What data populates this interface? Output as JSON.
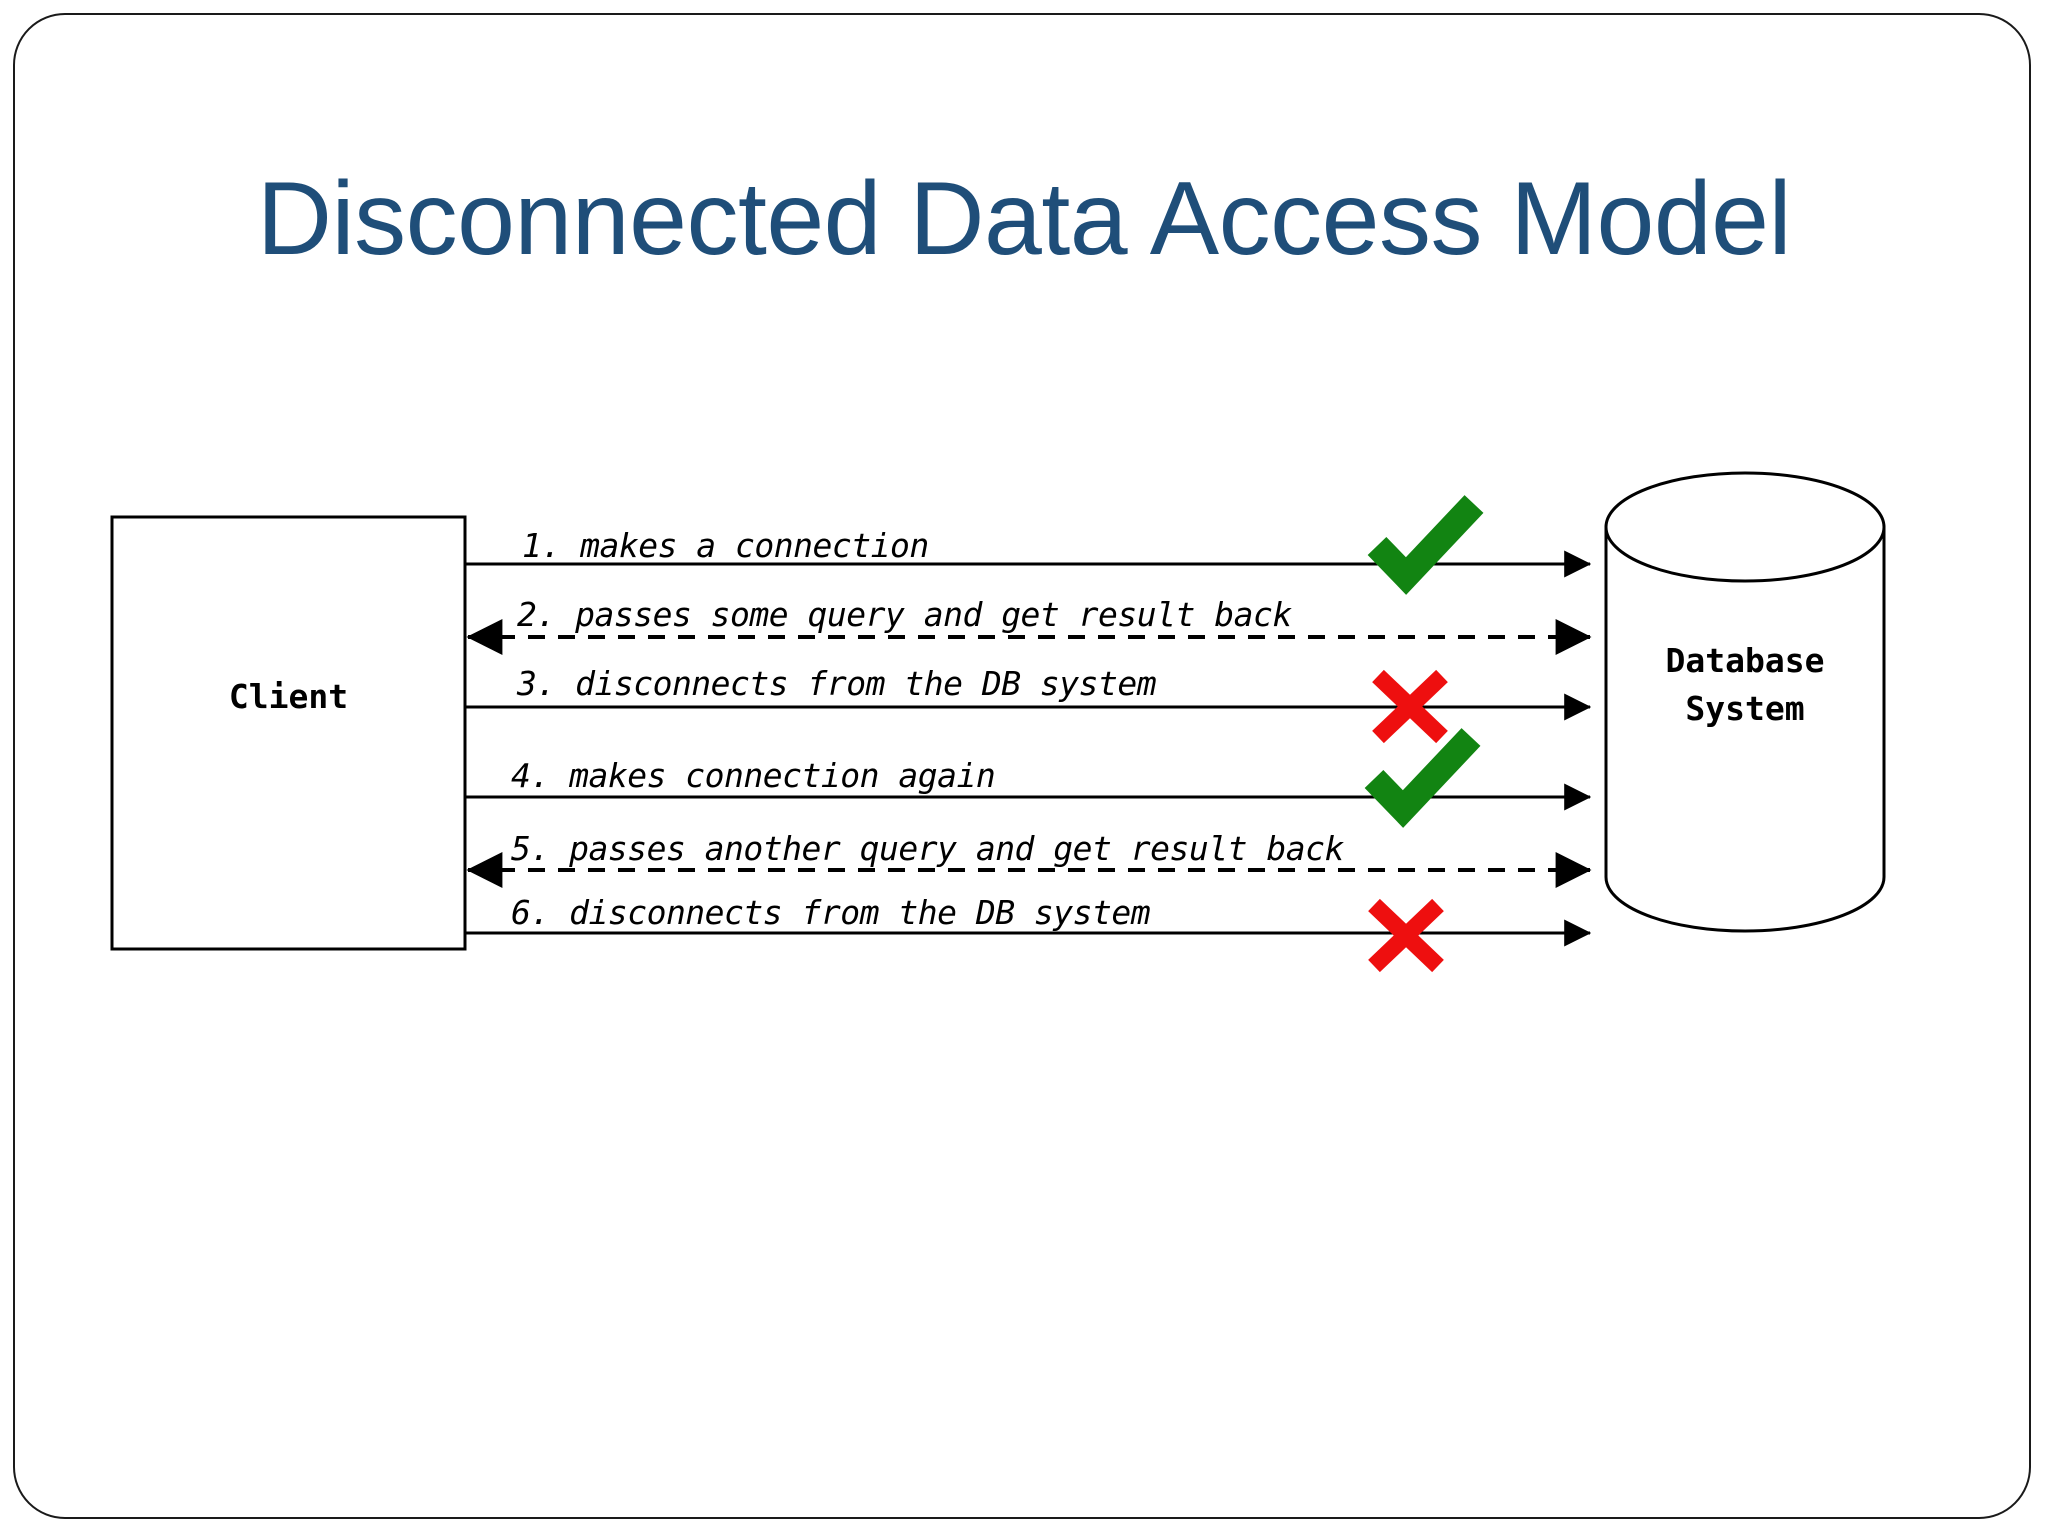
{
  "slide": {
    "title": "Disconnected Data Access Model",
    "title_color": "#1f4e79",
    "border_color": "#1a1a1a",
    "background_color": "#ffffff"
  },
  "diagram": {
    "type": "sequence-flow",
    "client_node": {
      "label": "Client",
      "shape": "rectangle"
    },
    "database_node": {
      "label_line1": "Database",
      "label_line2": "System",
      "shape": "cylinder"
    },
    "line_color": "#000000",
    "check_color": "#128412",
    "cross_color": "#ee0f0f",
    "steps": [
      {
        "number": "1",
        "text": "1. makes a connection",
        "direction": "client-to-database",
        "style": "solid",
        "marker": "check"
      },
      {
        "number": "2",
        "text": "2. passes some query and get result back",
        "direction": "bidirectional",
        "style": "dashed",
        "marker": "none"
      },
      {
        "number": "3",
        "text": "3. disconnects from the DB system",
        "direction": "client-to-database",
        "style": "solid",
        "marker": "cross"
      },
      {
        "number": "4",
        "text": "4. makes connection again",
        "direction": "client-to-database",
        "style": "solid",
        "marker": "check"
      },
      {
        "number": "5",
        "text": "5. passes another query and get result back",
        "direction": "bidirectional",
        "style": "dashed",
        "marker": "none"
      },
      {
        "number": "6",
        "text": "6. disconnects from the DB system",
        "direction": "client-to-database",
        "style": "solid",
        "marker": "cross"
      }
    ]
  }
}
